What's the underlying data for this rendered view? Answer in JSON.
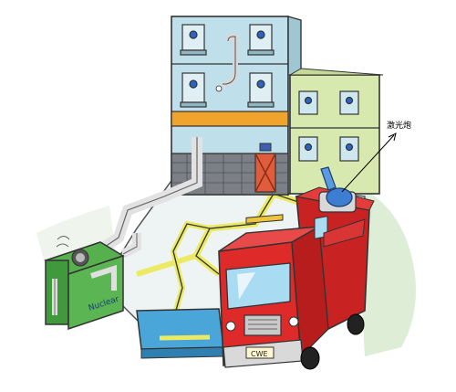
{
  "annotation": {
    "laser_label": "激光炮"
  },
  "generator": {
    "brand_text": "Nuclear"
  },
  "truck": {
    "plate_text": "CWE"
  },
  "colors": {
    "building_blue": "#bfe0ea",
    "building_green": "#d7e9ae",
    "orange_band": "#f0a32d",
    "truck_red": "#df2a2a",
    "generator_green": "#3f9a3b",
    "road_yellow": "#ecea62",
    "ground_blue": "#b8dde6"
  }
}
